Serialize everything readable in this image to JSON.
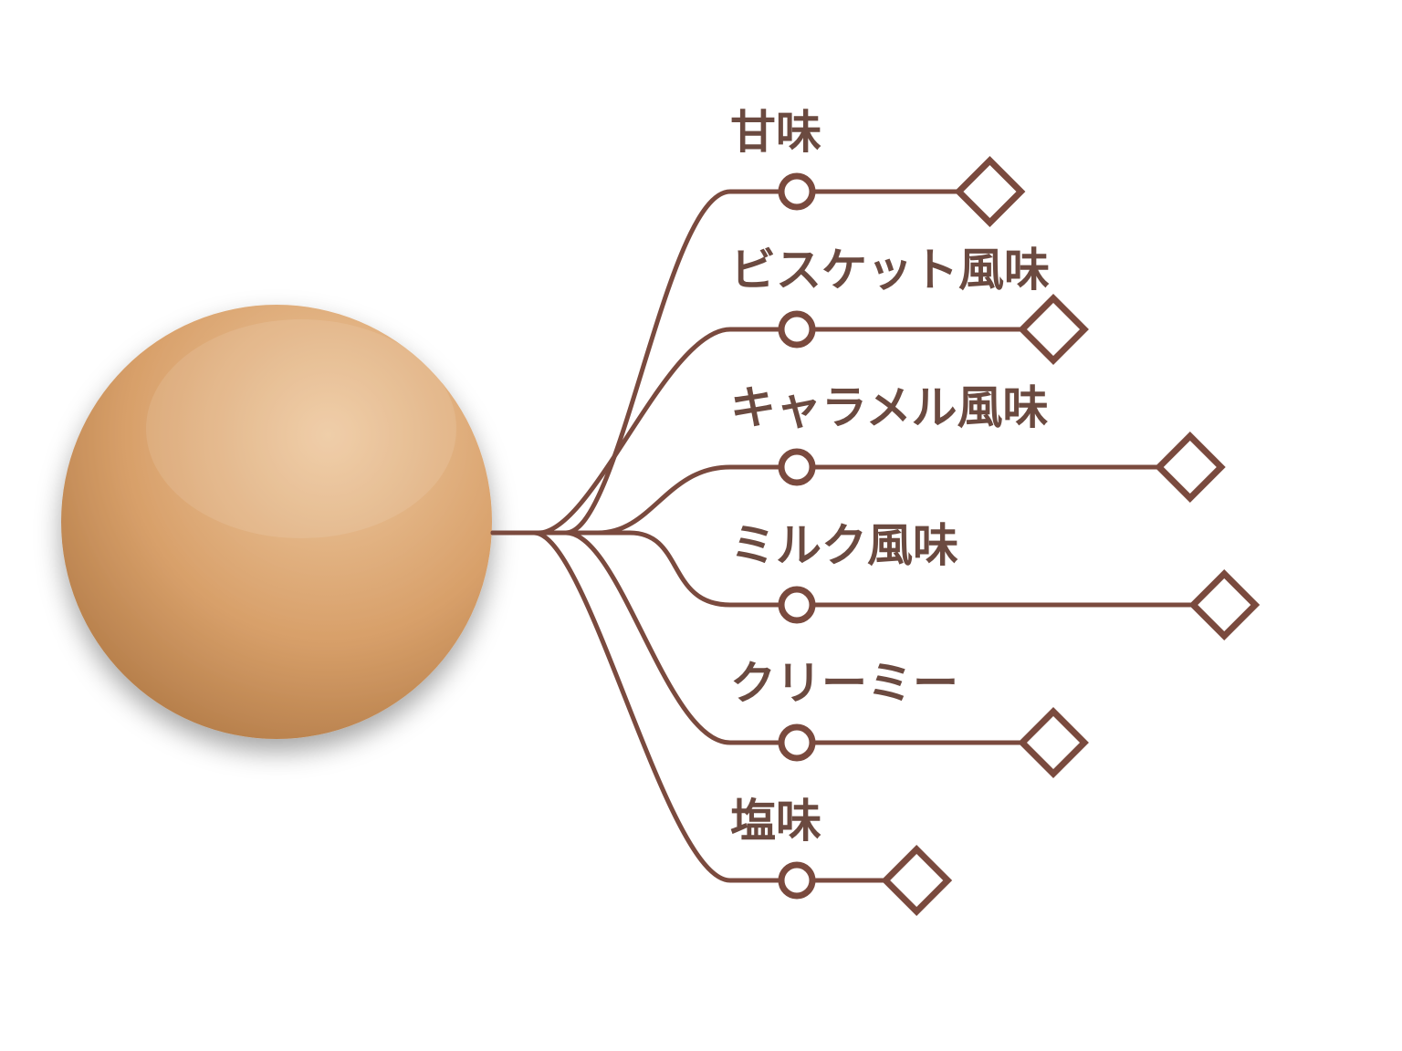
{
  "colors": {
    "line": "#7a4a3e",
    "label": "#6b4a40",
    "bean_light": "#eec9a0",
    "bean_mid": "#d8a06a",
    "bean_dark": "#a9723f",
    "background": "#ffffff"
  },
  "bean": {
    "icon": "chocolate-bean-icon"
  },
  "flavors": [
    {
      "label": "甘味",
      "level": 0.27
    },
    {
      "label": "ビスケット風味",
      "level": 0.4
    },
    {
      "label": "キャラメル風味",
      "level": 0.68
    },
    {
      "label": "ミルク風味",
      "level": 0.75
    },
    {
      "label": "クリーミー",
      "level": 0.4
    },
    {
      "label": "塩味",
      "level": 0.12
    }
  ]
}
